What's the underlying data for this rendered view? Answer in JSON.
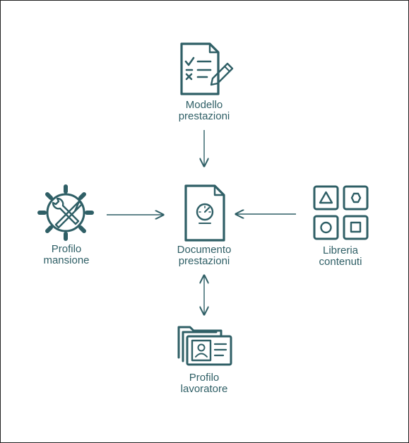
{
  "accent_color": "#2f5f66",
  "nodes": {
    "modello": {
      "icon": "checklist-pen-icon",
      "line1": "Modello",
      "line2": "prestazioni"
    },
    "documento": {
      "icon": "document-gauge-icon",
      "line1": "Documento",
      "line2": "prestazioni"
    },
    "profilo_mansione": {
      "icon": "gear-wrench-screwdriver-icon",
      "line1": "Profilo",
      "line2": "mansione"
    },
    "libreria": {
      "icon": "shapes-grid-icon",
      "line1": "Libreria",
      "line2": "contenuti"
    },
    "profilo_lavoratore": {
      "icon": "folder-id-card-icon",
      "line1": "Profilo",
      "line2": "lavoratore"
    }
  },
  "edges": [
    {
      "from": "Modello prestazioni",
      "to": "Documento prestazioni",
      "direction": "one-way"
    },
    {
      "from": "Profilo mansione",
      "to": "Documento prestazioni",
      "direction": "one-way"
    },
    {
      "from": "Libreria contenuti",
      "to": "Documento prestazioni",
      "direction": "one-way"
    },
    {
      "from": "Documento prestazioni",
      "to": "Profilo lavoratore",
      "direction": "two-way"
    }
  ]
}
